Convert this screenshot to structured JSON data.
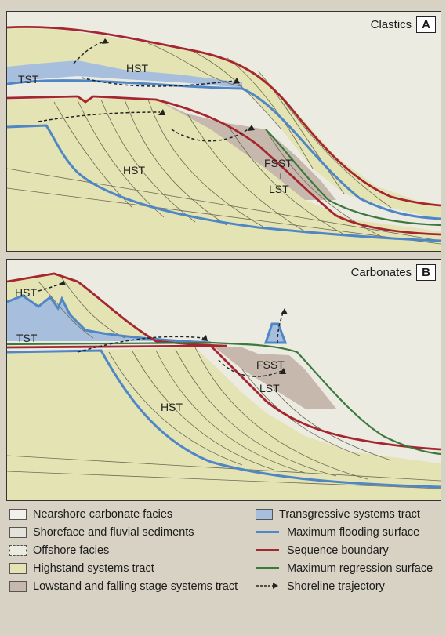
{
  "panels": {
    "a": {
      "title": "Clastics",
      "letter": "A",
      "labels": {
        "tst": "TST",
        "hst_upper": "HST",
        "hst_lower": "HST",
        "fsst": "FSST",
        "plus": "+",
        "lst": "LST"
      }
    },
    "b": {
      "title": "Carbonates",
      "letter": "B",
      "labels": {
        "hst_upper": "HST",
        "tst": "TST",
        "hst_lower": "HST",
        "fsst": "FSST",
        "lst": "LST"
      }
    }
  },
  "legend": {
    "left": [
      {
        "label": "Nearshore carbonate facies",
        "swatch": "#f2f0ea"
      },
      {
        "label": "Shoreface and fluvial sediments",
        "swatch": "#e4e2da"
      },
      {
        "label": "Offshore facies",
        "swatch": "#ecebe2"
      },
      {
        "label": "Highstand systems tract",
        "swatch": "#e3e3b4"
      },
      {
        "label": "Lowstand and falling stage systems tract",
        "swatch": "#c7b8ad"
      }
    ],
    "right": [
      {
        "label": "Transgressive systems tract",
        "kind": "swatch",
        "color": "#a7bfdc"
      },
      {
        "label": "Maximum flooding surface",
        "kind": "line",
        "color": "#4f86c6"
      },
      {
        "label": "Sequence boundary",
        "kind": "line",
        "color": "#a52630"
      },
      {
        "label": "Maximum regression surface",
        "kind": "line",
        "color": "#3c7a3c"
      },
      {
        "label": "Shoreline trajectory",
        "kind": "arrow",
        "color": "#222222"
      }
    ]
  },
  "colors": {
    "hst": "#e3e3b4",
    "lst": "#c7b8ad",
    "tst": "#a7bfdc",
    "mfs": "#4f86c6",
    "sb": "#a52630",
    "mrs": "#3c7a3c",
    "offshore": "#ecebe2"
  }
}
